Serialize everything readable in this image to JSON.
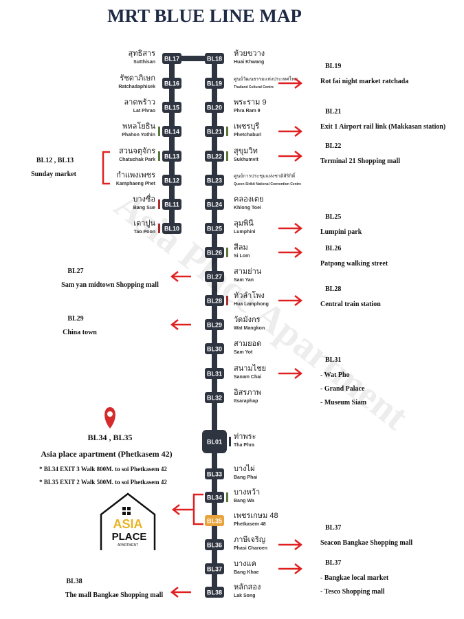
{
  "title": "MRT BLUE LINE MAP",
  "watermark": "Asia Place Apartment",
  "colors": {
    "line": "#2e3440",
    "badge": "#2e3440",
    "highlight_badge": "#e8a33c",
    "arrow": "#e02020",
    "interchange_green": "#5a7a3a",
    "interchange_red": "#b03030",
    "pin": "#d62b2b"
  },
  "left_stations": [
    {
      "code": "BL17",
      "thai": "สุทธิสาร",
      "eng": "Sutthisan"
    },
    {
      "code": "BL16",
      "thai": "รัชดาภิเษก",
      "eng": "Ratchadaphisek"
    },
    {
      "code": "BL15",
      "thai": "ลาดพร้าว",
      "eng": "Lat Phrao"
    },
    {
      "code": "BL14",
      "thai": "พหลโยธิน",
      "eng": "Phahon Yothin",
      "interchange": "green"
    },
    {
      "code": "BL13",
      "thai": "สวนจตุจักร",
      "eng": "Chatuchak Park",
      "interchange": "green"
    },
    {
      "code": "BL12",
      "thai": "กำแพงเพชร",
      "eng": "Kamphaeng Phet"
    },
    {
      "code": "BL11",
      "thai": "บางซื่อ",
      "eng": "Bang Sue",
      "interchange": "red"
    },
    {
      "code": "BL10",
      "thai": "เตาปูน",
      "eng": "Tao Poon",
      "interchange": "red"
    }
  ],
  "right_stations": [
    {
      "code": "BL18",
      "thai": "ห้วยขวาง",
      "eng": "Huai Khwang"
    },
    {
      "code": "BL19",
      "thai": "ศูนย์วัฒนธรรมแห่งประเทศไทย",
      "eng": "Thailand Cultural Centre",
      "small": true
    },
    {
      "code": "BL20",
      "thai": "พระราม 9",
      "eng": "Phra Ram 9"
    },
    {
      "code": "BL21",
      "thai": "เพชรบุรี",
      "eng": "Phetchaburi",
      "interchange": "green"
    },
    {
      "code": "BL22",
      "thai": "สุขุมวิท",
      "eng": "Sukhumvit",
      "interchange": "green"
    },
    {
      "code": "BL23",
      "thai": "ศูนย์การประชุมแห่งชาติสิริกิติ์",
      "eng": "Queen Sirikit National Convention Centre",
      "small": true
    },
    {
      "code": "BL24",
      "thai": "คลองเตย",
      "eng": "Khlong Toei"
    },
    {
      "code": "BL25",
      "thai": "ลุมพินี",
      "eng": "Lumphini"
    },
    {
      "code": "BL26",
      "thai": "สีลม",
      "eng": "Si Lom",
      "interchange": "green"
    },
    {
      "code": "BL27",
      "thai": "สามย่าน",
      "eng": "Sam Yan"
    },
    {
      "code": "BL28",
      "thai": "หัวลำโพง",
      "eng": "Hua Lamphong",
      "interchange": "red"
    },
    {
      "code": "BL29",
      "thai": "วัดมังกร",
      "eng": "Wat Mangkon"
    },
    {
      "code": "BL30",
      "thai": "สามยอด",
      "eng": "Sam Yot"
    },
    {
      "code": "BL31",
      "thai": "สนามไชย",
      "eng": "Sanam Chai"
    },
    {
      "code": "BL32",
      "thai": "อิสรภาพ",
      "eng": "Itsaraphap"
    },
    {
      "code": "BL01",
      "thai": "ท่าพระ",
      "eng": "Tha Phra",
      "big": true
    },
    {
      "code": "BL33",
      "thai": "บางไผ่",
      "eng": "Bang Phai"
    },
    {
      "code": "BL34",
      "thai": "บางหว้า",
      "eng": "Bang Wa",
      "interchange": "green"
    },
    {
      "code": "BL35",
      "thai": "เพชรเกษม 48",
      "eng": "Phetkasem 48",
      "highlight": true
    },
    {
      "code": "BL36",
      "thai": "ภาษีเจริญ",
      "eng": "Phasi Charoen"
    },
    {
      "code": "BL37",
      "thai": "บางแค",
      "eng": "Bang Khae"
    },
    {
      "code": "BL38",
      "thai": "หลักสอง",
      "eng": "Lak Song"
    }
  ],
  "right_destinations": [
    {
      "station": "BL19",
      "code": "BL19",
      "lines": [
        "Rot fai night market ratchada"
      ]
    },
    {
      "station": "BL21",
      "code": "BL21",
      "lines": [
        "Exit 1 Airport rail link (Makkasan station)"
      ]
    },
    {
      "station": "BL22",
      "code": "BL22",
      "lines": [
        "Terminal 21 Shopping mall"
      ]
    },
    {
      "station": "BL25",
      "code": "BL25",
      "lines": [
        "Lumpini park"
      ]
    },
    {
      "station": "BL26",
      "code": "BL26",
      "lines": [
        "Patpong walking street"
      ]
    },
    {
      "station": "BL28",
      "code": "BL28",
      "lines": [
        "Central train station"
      ]
    },
    {
      "station": "BL31",
      "code": "BL31",
      "lines": [
        "- Wat Pho",
        "- Grand Palace",
        "- Museum Siam"
      ]
    },
    {
      "station": "BL36",
      "code": "BL37",
      "lines": [
        "Seacon Bangkae Shopping mall"
      ]
    },
    {
      "station": "BL37",
      "code": "BL37",
      "lines": [
        "- Bangkae local market",
        "- Tesco Shopping mall"
      ]
    }
  ],
  "left_destinations": [
    {
      "station": "BL27",
      "code": "BL27",
      "lines": [
        "Sam yan midtown Shopping mall"
      ]
    },
    {
      "station": "BL29",
      "code": "BL29",
      "lines": [
        "China town"
      ]
    },
    {
      "station": "BL38",
      "code": "BL38",
      "lines": [
        "The mall Bangkae Shopping mall"
      ]
    }
  ],
  "bracket_destination": {
    "code": "BL12 , BL13",
    "text": "Sunday market"
  },
  "home": {
    "codes": "BL34 , BL35",
    "name": "Asia place apartment (Phetkasem 42)",
    "notes": [
      "* BL34 EXIT 3 Walk 800M. to soi Phetkasem 42",
      "* BL35 EXIT 2 Walk 500M. to soi Phetkasem 42"
    ],
    "logo_line1": "ASIA",
    "logo_line2": "PLACE",
    "logo_line3": "APARTMENT"
  }
}
